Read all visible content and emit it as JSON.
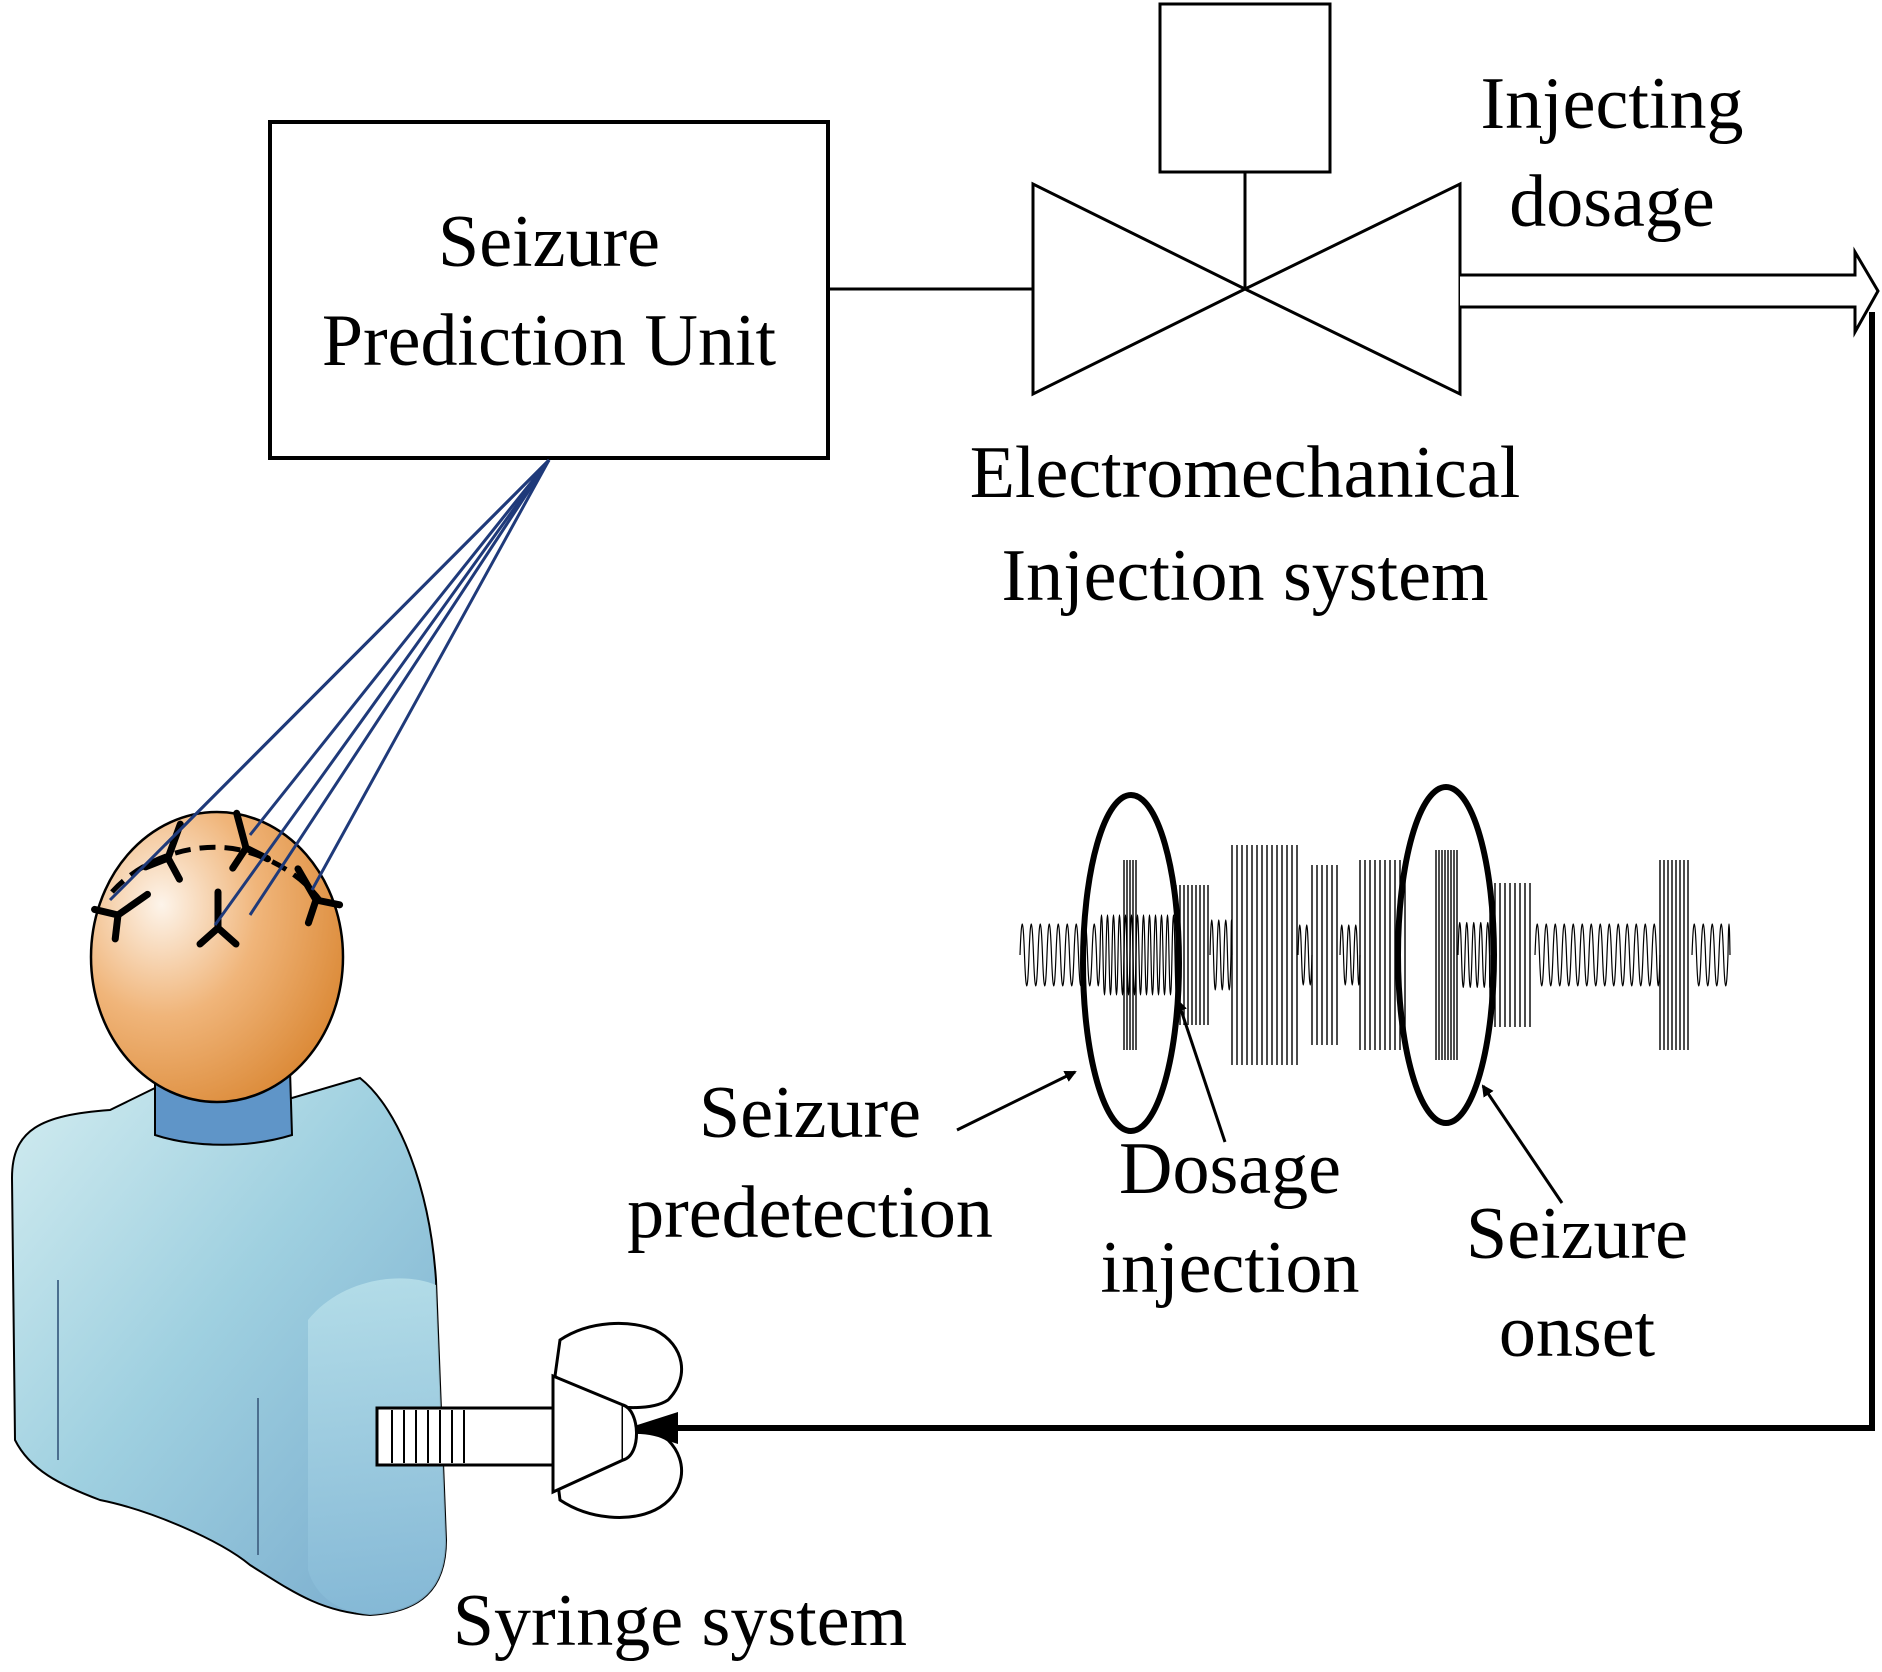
{
  "labels": {
    "prediction_unit": [
      "Seizure",
      "Prediction Unit"
    ],
    "valve": [
      "Electromechanical",
      "Injection system"
    ],
    "injecting_dosage": [
      "Injecting",
      "dosage"
    ],
    "predetection": [
      "Seizure",
      "predetection"
    ],
    "dosage_injection": [
      "Dosage",
      "injection"
    ],
    "seizure_onset": [
      "Seizure",
      "onset"
    ],
    "syringe": "Syringe system"
  },
  "colors": {
    "line": "#000000",
    "electrode_wire": "#1f3a7a",
    "head_light": "#fdf4ea",
    "head_dark": "#d8832d",
    "shirt_light": "#d2ecf0",
    "shirt_dark": "#76a9cc",
    "neck": "#5f95c8"
  },
  "icons": {
    "person": "patient-icon",
    "valve": "solenoid-valve-icon",
    "syringe": "wing-nut-syringe-icon",
    "signal": "eeg-waveform-icon"
  }
}
